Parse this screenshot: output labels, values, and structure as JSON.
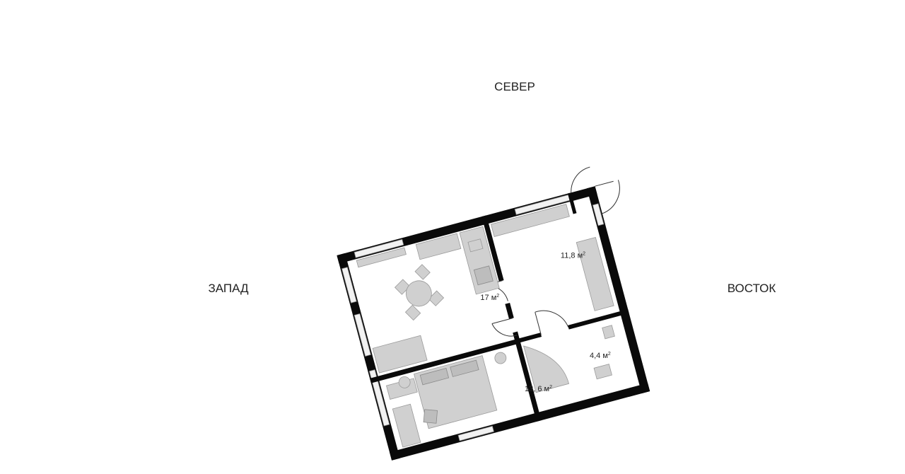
{
  "compass": {
    "north": "СЕВЕР",
    "west": "ЗАПАД",
    "east": "ВОСТОК"
  },
  "rooms": {
    "living_area": "17 м",
    "hall_area": "11,8 м",
    "bath_area": "4,4 м",
    "bedroom_area": "13, 6 м",
    "unit_sup": "2"
  },
  "colors": {
    "wall": "#0a0a0a",
    "furniture": "#d0d0d0",
    "background": "#ffffff"
  }
}
